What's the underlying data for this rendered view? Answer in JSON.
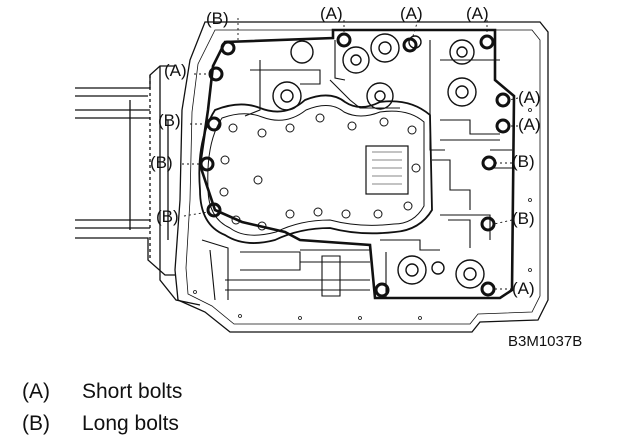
{
  "figure": {
    "id_code": "B3M1037B",
    "callout_a": "(A)",
    "callout_b": "(B)"
  },
  "legend": [
    {
      "key": "(A)",
      "text": "Short bolts"
    },
    {
      "key": "(B)",
      "text": "Long bolts"
    }
  ]
}
